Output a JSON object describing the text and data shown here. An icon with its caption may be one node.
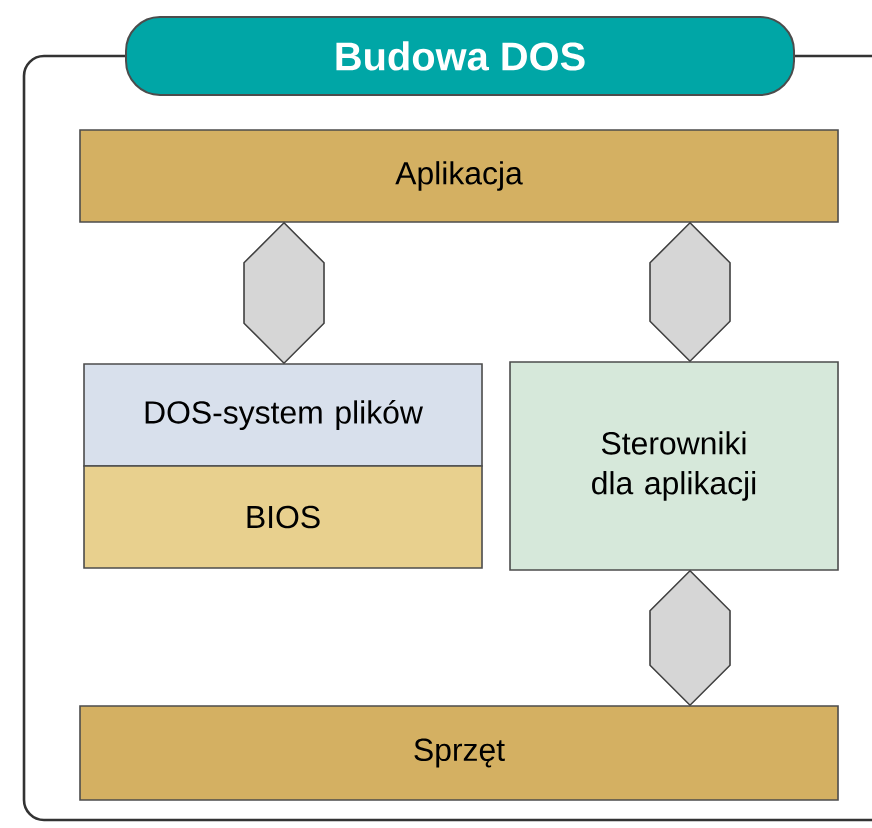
{
  "diagram": {
    "title": "Budowa DOS",
    "nodes": [
      {
        "text": [
          "Aplikacja"
        ]
      },
      {
        "text": [
          "DOS-system plików"
        ]
      },
      {
        "text": [
          "BIOS"
        ]
      },
      {
        "text": [
          "Sterowniki dla aplikacji"
        ]
      },
      {
        "text": [
          "Sprzęt"
        ]
      }
    ],
    "edges": [
      {
        "from": 0,
        "to": 1,
        "arrow": "both"
      },
      {
        "from": 0,
        "to": 3,
        "arrow": "both"
      },
      {
        "from": 3,
        "to": 4,
        "arrow": "both"
      }
    ]
  }
}
